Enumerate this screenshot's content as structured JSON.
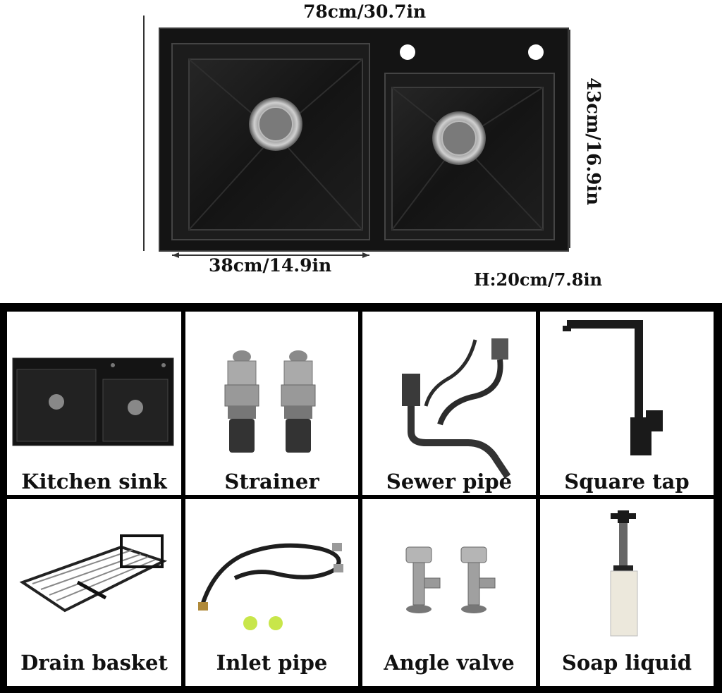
{
  "dimensions": {
    "width": "78cm/30.7in",
    "depth": "43cm/16.9in",
    "bowl_width": "38cm/14.9in",
    "height": "H:20cm/7.8in"
  },
  "colors": {
    "sink_black": "#151515",
    "frame": "#000000",
    "steel": "#9a9a9a",
    "clip_green": "#c8e64a"
  },
  "items": [
    {
      "label": "Kitchen sink",
      "icon": "kitchen-sink-icon"
    },
    {
      "label": "Strainer",
      "icon": "strainer-icon"
    },
    {
      "label": "Sewer pipe",
      "icon": "sewer-pipe-icon"
    },
    {
      "label": "Square tap",
      "icon": "square-tap-icon"
    },
    {
      "label": "Drain basket",
      "icon": "drain-basket-icon"
    },
    {
      "label": "Inlet pipe",
      "icon": "inlet-pipe-icon"
    },
    {
      "label": "Angle valve",
      "icon": "angle-valve-icon"
    },
    {
      "label": "Soap liquid",
      "icon": "soap-dispenser-icon"
    }
  ]
}
